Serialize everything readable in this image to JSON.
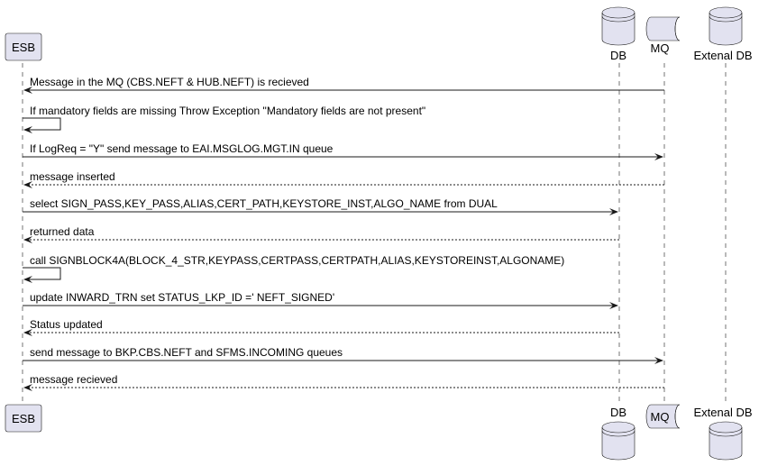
{
  "participants": {
    "esb": {
      "label": "ESB",
      "kind": "box"
    },
    "db": {
      "label": "DB",
      "kind": "database"
    },
    "mq": {
      "label": "MQ",
      "kind": "queue"
    },
    "extdb": {
      "label": "Extenal DB",
      "kind": "database"
    }
  },
  "messages": [
    {
      "from": "mq",
      "to": "esb",
      "style": "solid",
      "text": "Message in the MQ (CBS.NEFT & HUB.NEFT) is recieved"
    },
    {
      "from": "esb",
      "to": "esb",
      "style": "solid",
      "text": "If mandatory fields are missing Throw Exception \"Mandatory fields are not present\""
    },
    {
      "from": "esb",
      "to": "mq",
      "style": "solid",
      "text": "If LogReq = \"Y\" send message to EAI.MSGLOG.MGT.IN queue"
    },
    {
      "from": "mq",
      "to": "esb",
      "style": "dashed",
      "text": "message inserted"
    },
    {
      "from": "esb",
      "to": "db",
      "style": "solid",
      "text": "select SIGN_PASS,KEY_PASS,ALIAS,CERT_PATH,KEYSTORE_INST,ALGO_NAME from DUAL"
    },
    {
      "from": "db",
      "to": "esb",
      "style": "dashed",
      "text": "returned data"
    },
    {
      "from": "esb",
      "to": "esb",
      "style": "solid",
      "text": "call SIGNBLOCK4A(BLOCK_4_STR,KEYPASS,CERTPASS,CERTPATH,ALIAS,KEYSTOREINST,ALGONAME)"
    },
    {
      "from": "esb",
      "to": "db",
      "style": "solid",
      "text": "update INWARD_TRN set STATUS_LKP_ID =' NEFT_SIGNED'"
    },
    {
      "from": "db",
      "to": "esb",
      "style": "dashed",
      "text": "Status updated"
    },
    {
      "from": "esb",
      "to": "mq",
      "style": "solid",
      "text": "send message to BKP.CBS.NEFT and SFMS.INCOMING queues"
    },
    {
      "from": "mq",
      "to": "esb",
      "style": "dashed",
      "text": "message recieved"
    }
  ]
}
